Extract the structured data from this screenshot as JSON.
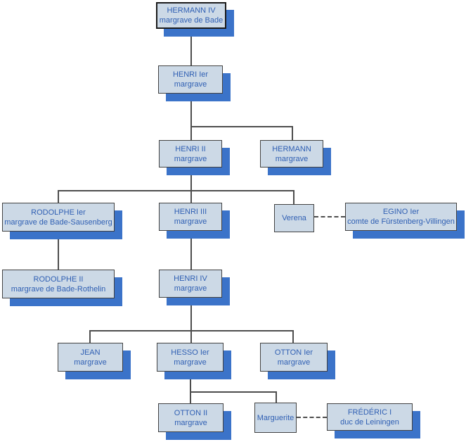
{
  "nodes": [
    {
      "id": "hermann-iv",
      "name": "HERMANN IV",
      "title": "margrave de Bade"
    },
    {
      "id": "henri-ier",
      "name": "HENRI Ier",
      "title": "margrave"
    },
    {
      "id": "henri-ii",
      "name": "HENRI II",
      "title": "margrave"
    },
    {
      "id": "hermann",
      "name": "HERMANN",
      "title": "margrave"
    },
    {
      "id": "rodolphe-ier",
      "name": "RODOLPHE Ier",
      "title": "margrave de Bade-Sausenberg"
    },
    {
      "id": "henri-iii",
      "name": "HENRI III",
      "title": "margrave"
    },
    {
      "id": "verena",
      "name": "Verena",
      "title": ""
    },
    {
      "id": "egino-ier",
      "name": "EGINO Ier",
      "title": "comte de Fûrstenberg-Villingen"
    },
    {
      "id": "rodolphe-ii",
      "name": "RODOLPHE II",
      "title": "margrave de Bade-Rothelin"
    },
    {
      "id": "henri-iv",
      "name": "HENRI IV",
      "title": "margrave"
    },
    {
      "id": "jean",
      "name": "JEAN",
      "title": "margrave"
    },
    {
      "id": "hesso-ier",
      "name": "HESSO Ier",
      "title": "margrave"
    },
    {
      "id": "otton-ier",
      "name": "OTTON Ier",
      "title": "margrave"
    },
    {
      "id": "otton-ii",
      "name": "OTTON II",
      "title": "margrave"
    },
    {
      "id": "marguerite",
      "name": "Marguerite",
      "title": ""
    },
    {
      "id": "frederic-i",
      "name": "FRÉDÉRIC I",
      "title": "duc de Leiningen"
    }
  ],
  "colors": {
    "box_fill": "#ccd9e6",
    "box_border": "#424242",
    "root_border": "#1b1b1b",
    "shadow_blue": "#3b73c9",
    "text_blue": "#2f5fb3",
    "connector": "#4d4d4d",
    "background": "#ffffff"
  },
  "connector_styles": {
    "descent": "solid",
    "marriage": "dashed"
  }
}
